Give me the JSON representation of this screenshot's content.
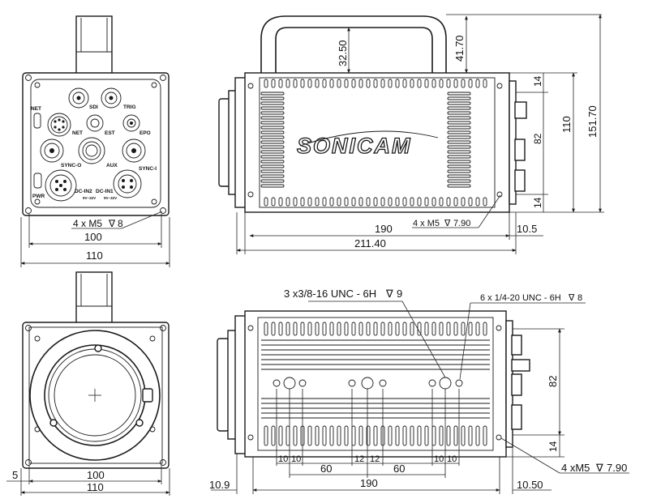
{
  "brand": "SONICAM",
  "front_view": {
    "connectors": {
      "net_led": "NET",
      "sdi": "SDI",
      "trig": "TRIG",
      "net": "NET",
      "est": "EST",
      "epo": "EPO",
      "sync_o": "SYNC-O",
      "aux": "AUX",
      "sync_i": "SYNC-I",
      "pwr": "PWR",
      "dc_in2": "DC-IN2",
      "dc_in1": "DC-IN1",
      "dc_in2_spec": "9V~32V",
      "dc_in1_spec": "9V~32V"
    },
    "dims": {
      "hole_callout": "4 x M5",
      "hole_depth": "8",
      "inner_width": "100",
      "outer_width": "110"
    }
  },
  "side_view": {
    "dims": {
      "handle_clearance": "32.50",
      "handle_top": "41.70",
      "right_top": "14",
      "right_mid": "82",
      "right_bottom": "14",
      "body_height": "110",
      "total_height": "151.70",
      "body_length": "190",
      "rear_offset": "10.5",
      "total_length": "211.40",
      "hole_callout": "4 x M5",
      "hole_depth": "7.90"
    }
  },
  "lens_view": {
    "dims": {
      "inner_width": "100",
      "outer_width": "110",
      "offset": "5"
    }
  },
  "bottom_view": {
    "dims": {
      "large_holes_callout": "3 x3/8-16 UNC - 6H",
      "large_holes_depth": "9",
      "small_holes_callout": "6 x 1/4-20 UNC - 6H",
      "small_holes_depth": "8",
      "spacing_a1": "10",
      "spacing_a2": "10",
      "spacing_b1": "12",
      "spacing_b2": "12",
      "spacing_c1": "10",
      "spacing_c2": "10",
      "pitch_left": "60",
      "pitch_right": "60",
      "front_offset": "10.9",
      "body_length": "190",
      "rear_offset": "10.50",
      "right_height": "82",
      "right_bottom": "14",
      "hole_callout": "4 xM5",
      "hole_depth": "7.90"
    }
  }
}
